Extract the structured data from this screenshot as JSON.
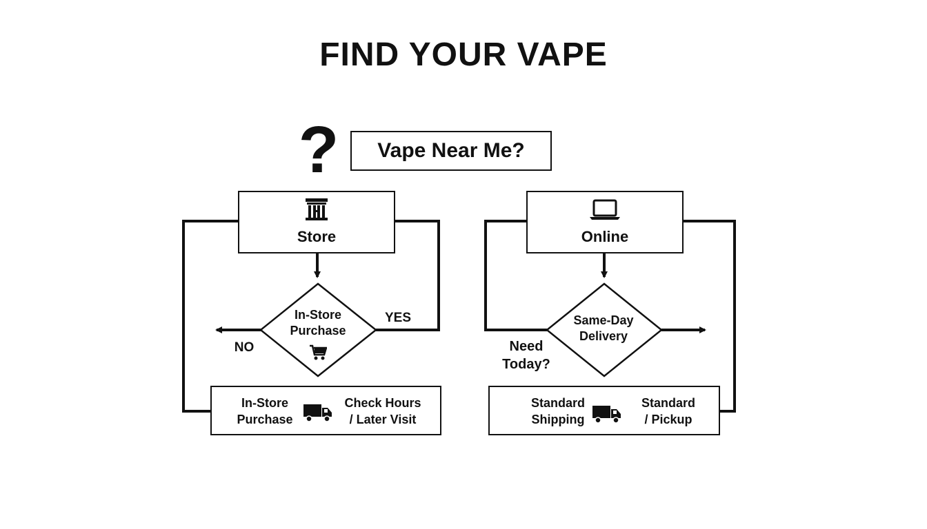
{
  "title": "FIND YOUR VAPE",
  "question": {
    "mark": "?",
    "label": "Vape Near Me?"
  },
  "store_branch": {
    "node_label": "Store",
    "icon": "store-building-icon",
    "decision_line1": "In-Store",
    "decision_line2": "Purchase",
    "decision_icon": "shopping-cart-icon",
    "yes_label": "YES",
    "no_label": "NO",
    "result_left_line1": "In-Store",
    "result_left_line2": "Purchase",
    "result_icon": "delivery-truck-icon",
    "result_right_line1": "Check Hours",
    "result_right_line2": "/ Later Visit"
  },
  "online_branch": {
    "node_label": "Online",
    "icon": "laptop-icon",
    "decision_line1": "Same-Day",
    "decision_line2": "Delivery",
    "side_line1": "Need",
    "side_line2": "Today?",
    "result_left_line1": "Standard",
    "result_left_line2": "Shipping",
    "result_icon": "delivery-truck-icon",
    "result_right_line1": "Standard",
    "result_right_line2": "/ Pickup"
  },
  "colors": {
    "stroke": "#111111",
    "background": "#ffffff"
  }
}
